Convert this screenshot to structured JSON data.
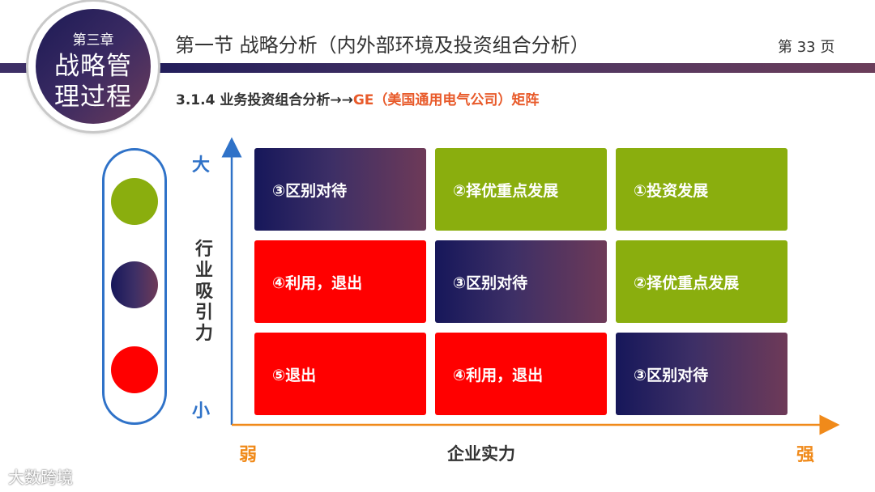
{
  "chapter": {
    "number": "第三章",
    "title": "战略管理过程"
  },
  "header": {
    "title": "第一节  战略分析（内外部环境及投资组合分析）",
    "page": "第 33 页"
  },
  "subtitle": {
    "part1": "3.1.4 业务投资组合分析→→",
    "part2": "GE（美国通用电气公司）矩阵"
  },
  "axes": {
    "y_label": "行业吸引力",
    "y_high": "大",
    "y_low": "小",
    "x_label": "企业实力",
    "x_low": "弱",
    "x_high": "强"
  },
  "legend": [
    {
      "color": "green"
    },
    {
      "color": "gradient"
    },
    {
      "color": "red"
    }
  ],
  "matrix": {
    "rows": [
      {
        "cells": [
          {
            "label": "③区别对待",
            "color": "gradient"
          },
          {
            "label": "②择优重点发展",
            "color": "green"
          },
          {
            "label": "①投资发展",
            "color": "green"
          }
        ]
      },
      {
        "cells": [
          {
            "label": "④利用，退出",
            "color": "red"
          },
          {
            "label": "③区别对待",
            "color": "gradient"
          },
          {
            "label": "②择优重点发展",
            "color": "green"
          }
        ]
      },
      {
        "cells": [
          {
            "label": "⑤退出",
            "color": "red"
          },
          {
            "label": "④利用，退出",
            "color": "red"
          },
          {
            "label": "③区别对待",
            "color": "gradient"
          }
        ]
      }
    ]
  },
  "colors": {
    "green": "#8aae0e",
    "red": "#ff0000",
    "gradient_start": "#16175a",
    "gradient_end": "#6e3a58",
    "axis_blue": "#2f72c8",
    "axis_orange": "#f08a1a"
  },
  "watermark": "大数跨境"
}
